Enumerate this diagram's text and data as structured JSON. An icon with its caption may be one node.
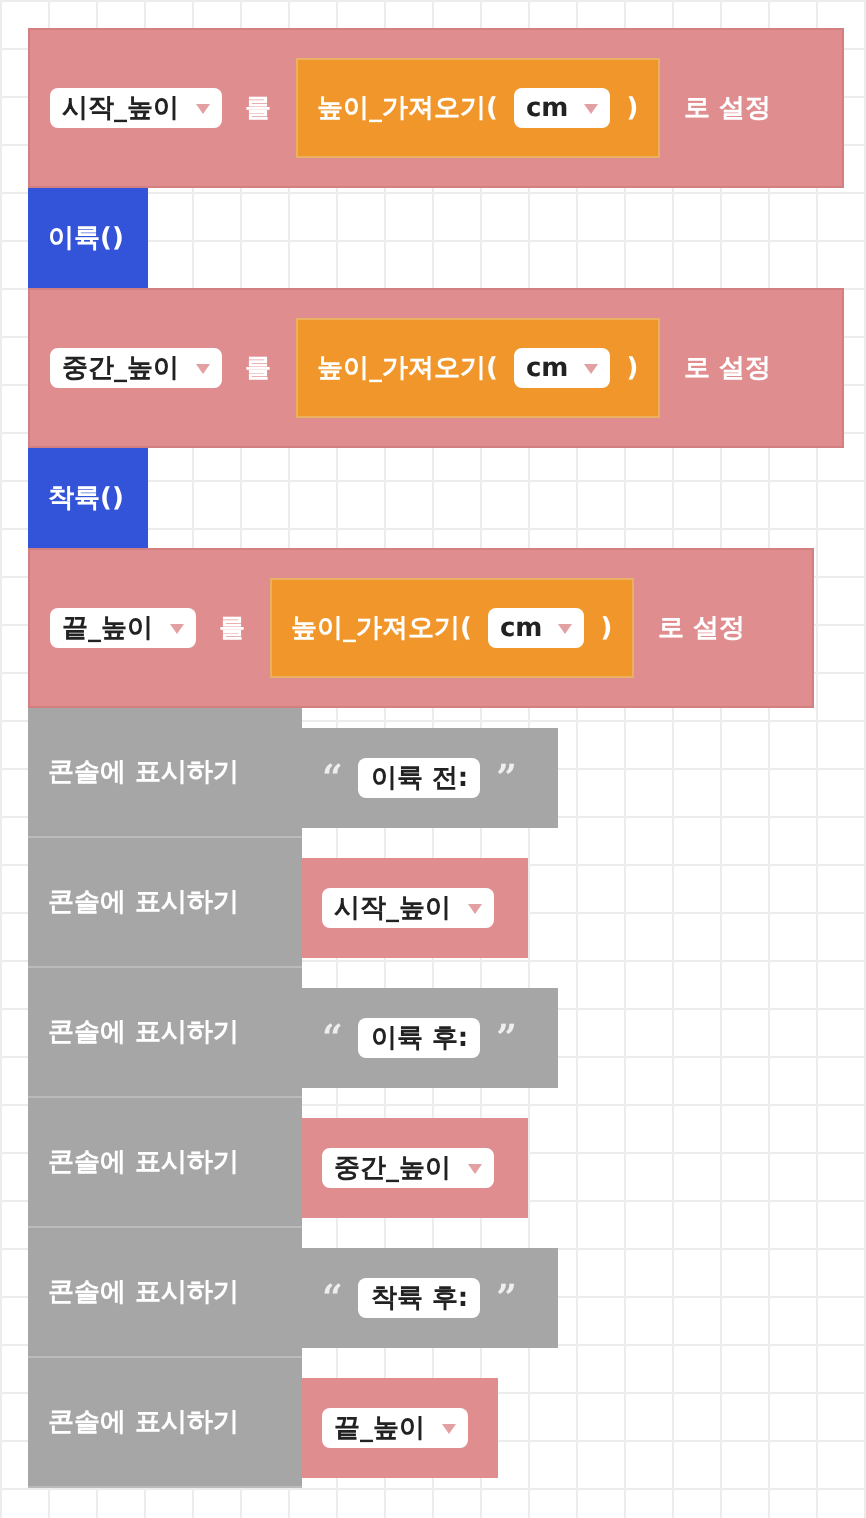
{
  "diagram": {
    "nodes": [
      {
        "text": [
          "를",
          "로 설정"
        ]
      },
      {
        "text": [
          "시작_높이"
        ],
        "in": 0
      },
      {
        "text": [
          "높이_가져오기(",
          ")"
        ],
        "in": 0
      },
      {
        "text": [
          "cm"
        ],
        "in": 2
      },
      {
        "text": [
          "이륙()"
        ]
      },
      {
        "text": [
          "를",
          "로 설정"
        ]
      },
      {
        "text": [
          "중간_높이"
        ],
        "in": 5
      },
      {
        "text": [
          "높이_가져오기(",
          ")"
        ],
        "in": 5
      },
      {
        "text": [
          "cm"
        ],
        "in": 7
      },
      {
        "text": [
          "착륙()"
        ]
      },
      {
        "text": [
          "를",
          "로 설정"
        ]
      },
      {
        "text": [
          "끝_높이"
        ],
        "in": 10
      },
      {
        "text": [
          "높이_가져오기(",
          ")"
        ],
        "in": 10
      },
      {
        "text": [
          "cm"
        ],
        "in": 12
      },
      {
        "text": [
          "콘솔에 표시하기"
        ]
      },
      {
        "text": [
          "“",
          "”"
        ]
      },
      {
        "text": [
          "이륙 전:"
        ],
        "in": 15
      },
      {
        "text": [
          "콘솔에 표시하기"
        ]
      },
      {
        "text": [
          "시작_높이"
        ]
      },
      {
        "text": [
          "콘솔에 표시하기"
        ]
      },
      {
        "text": [
          "“",
          "”"
        ]
      },
      {
        "text": [
          "이륙 후:"
        ],
        "in": 20
      },
      {
        "text": [
          "콘솔에 표시하기"
        ]
      },
      {
        "text": [
          "중간_높이"
        ]
      },
      {
        "text": [
          "콘솔에 표시하기"
        ]
      },
      {
        "text": [
          "“",
          "”"
        ]
      },
      {
        "text": [
          "착륙 후:"
        ],
        "in": 25
      },
      {
        "text": [
          "콘솔에 표시하기"
        ]
      },
      {
        "text": [
          "끝_높이"
        ]
      }
    ],
    "edges": []
  }
}
